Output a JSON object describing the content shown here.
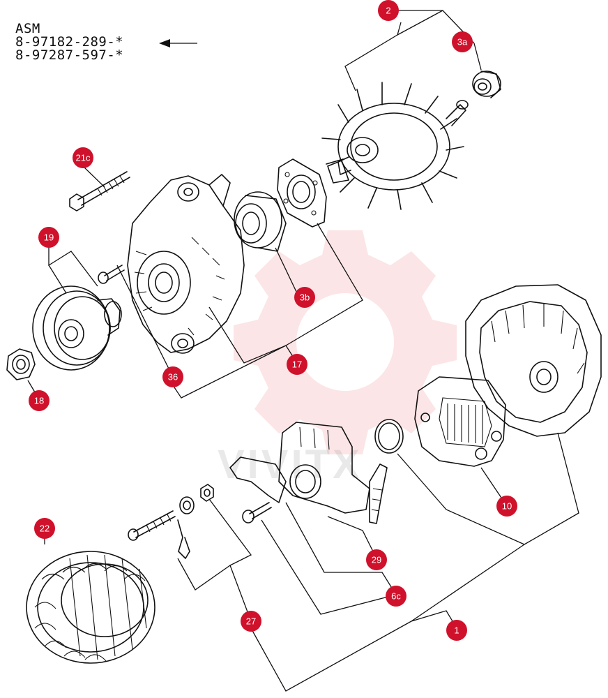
{
  "header": {
    "title": "ASM",
    "part_numbers": [
      "8-97182-289-*",
      "8-97287-597-*"
    ]
  },
  "callout_color": "#d0112b",
  "watermark": {
    "text": "VIVITX"
  },
  "callouts": [
    {
      "id": "2",
      "label": "2"
    },
    {
      "id": "3a",
      "label": "3a"
    },
    {
      "id": "21c",
      "label": "21c"
    },
    {
      "id": "19",
      "label": "19"
    },
    {
      "id": "3b",
      "label": "3b"
    },
    {
      "id": "17",
      "label": "17"
    },
    {
      "id": "36",
      "label": "36"
    },
    {
      "id": "18",
      "label": "18"
    },
    {
      "id": "10",
      "label": "10"
    },
    {
      "id": "22",
      "label": "22"
    },
    {
      "id": "29",
      "label": "29"
    },
    {
      "id": "6c",
      "label": "6c"
    },
    {
      "id": "27",
      "label": "27"
    },
    {
      "id": "1",
      "label": "1"
    }
  ]
}
